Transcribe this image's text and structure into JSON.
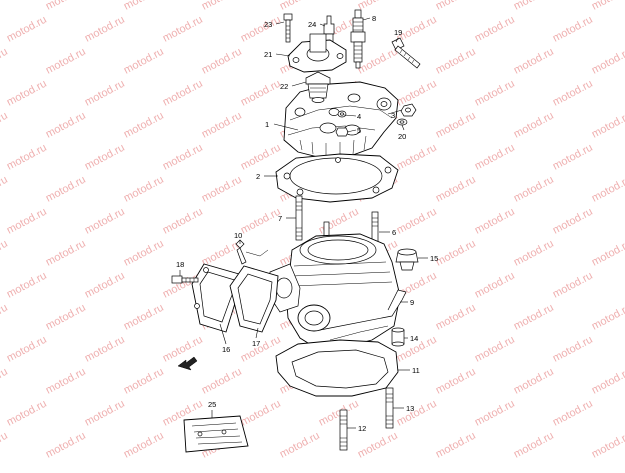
{
  "watermark": {
    "text": "motod.ru",
    "color": "#efb0b0"
  },
  "direction_indicator": {
    "text": "FWD"
  },
  "callouts": [
    {
      "id": "callout-1",
      "text": "1"
    },
    {
      "id": "callout-2",
      "text": "2"
    },
    {
      "id": "callout-3",
      "text": "3"
    },
    {
      "id": "callout-4",
      "text": "4"
    },
    {
      "id": "callout-5",
      "text": "5"
    },
    {
      "id": "callout-6",
      "text": "6"
    },
    {
      "id": "callout-7",
      "text": "7"
    },
    {
      "id": "callout-8",
      "text": "8"
    },
    {
      "id": "callout-9",
      "text": "9"
    },
    {
      "id": "callout-10",
      "text": "10"
    },
    {
      "id": "callout-11",
      "text": "11"
    },
    {
      "id": "callout-12",
      "text": "12"
    },
    {
      "id": "callout-13",
      "text": "13"
    },
    {
      "id": "callout-14",
      "text": "14"
    },
    {
      "id": "callout-15",
      "text": "15"
    },
    {
      "id": "callout-16",
      "text": "16"
    },
    {
      "id": "callout-17",
      "text": "17"
    },
    {
      "id": "callout-18",
      "text": "18"
    },
    {
      "id": "callout-19",
      "text": "19"
    },
    {
      "id": "callout-20",
      "text": "20"
    },
    {
      "id": "callout-21",
      "text": "21"
    },
    {
      "id": "callout-22",
      "text": "22"
    },
    {
      "id": "callout-23",
      "text": "23"
    },
    {
      "id": "callout-24",
      "text": "24"
    },
    {
      "id": "callout-25",
      "text": "25"
    }
  ]
}
